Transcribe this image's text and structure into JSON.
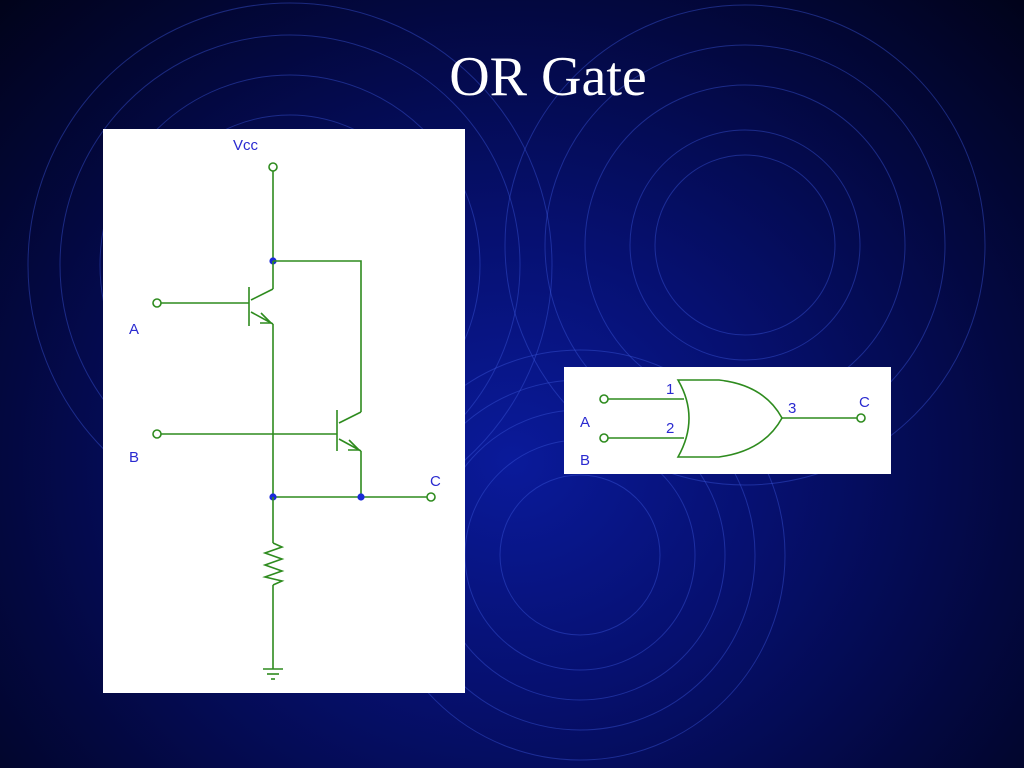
{
  "slide": {
    "title": "OR Gate"
  },
  "circuit": {
    "supply_label": "Vcc",
    "input_a_label": "A",
    "input_b_label": "B",
    "output_label": "C"
  },
  "symbol": {
    "pin1_label": "1",
    "pin2_label": "2",
    "pin3_label": "3",
    "input_a_label": "A",
    "input_b_label": "B",
    "output_label": "C"
  },
  "colors": {
    "wire": "#2e8b1e",
    "node": "#1a2ad8",
    "label": "#2a2ad0",
    "background": "#061070",
    "rings": "#3a55d8"
  }
}
